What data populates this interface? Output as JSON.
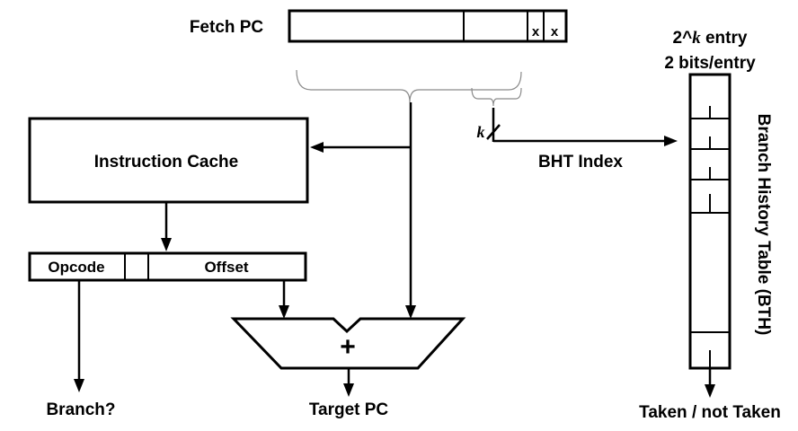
{
  "fetch_pc": {
    "label": "Fetch PC",
    "low_bits": [
      "x",
      "x"
    ]
  },
  "bht_header": {
    "entries_prefix": "2^",
    "entries_var": "k",
    "entries_suffix": " entry",
    "bits_per_entry": "2 bits/entry"
  },
  "index_width": {
    "label": "k"
  },
  "bht_index": {
    "label": "BHT Index"
  },
  "instruction_cache": {
    "label": "Instruction Cache"
  },
  "instruction_fields": {
    "opcode": "Opcode",
    "offset": "Offset"
  },
  "adder": {
    "symbol": "+"
  },
  "outputs": {
    "branch": "Branch?",
    "target_pc": "Target PC",
    "taken": "Taken / not Taken"
  },
  "bht_table": {
    "label": "Branch History Table (BTH)"
  }
}
